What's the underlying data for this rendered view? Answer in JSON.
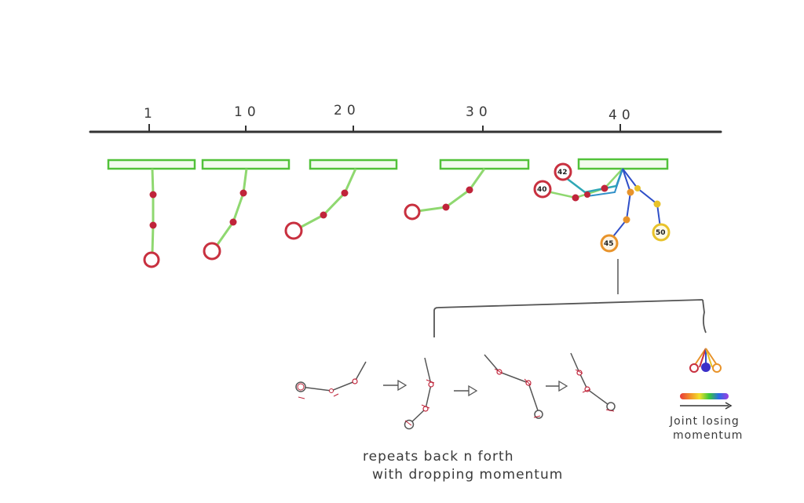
{
  "timeline": {
    "ticks": [
      "1",
      "10",
      "20",
      "30",
      "40"
    ]
  },
  "frame_40": {
    "ball_labels": [
      "40",
      "42",
      "45",
      "50"
    ]
  },
  "notes": {
    "repeat_line1": "repeats back n forth",
    "repeat_line2": "with dropping momentum",
    "joint_line1": "Joint losing",
    "joint_line2": "momentum"
  },
  "colors": {
    "bar": "#52c23a",
    "rope": "#8fd870",
    "joint": "#c0243a",
    "ball": "#c8303f",
    "axis": "#333333",
    "teal": "#2fa7b5",
    "blue": "#2f4fc8",
    "orange": "#e8932a",
    "yellow": "#e8c22a"
  }
}
